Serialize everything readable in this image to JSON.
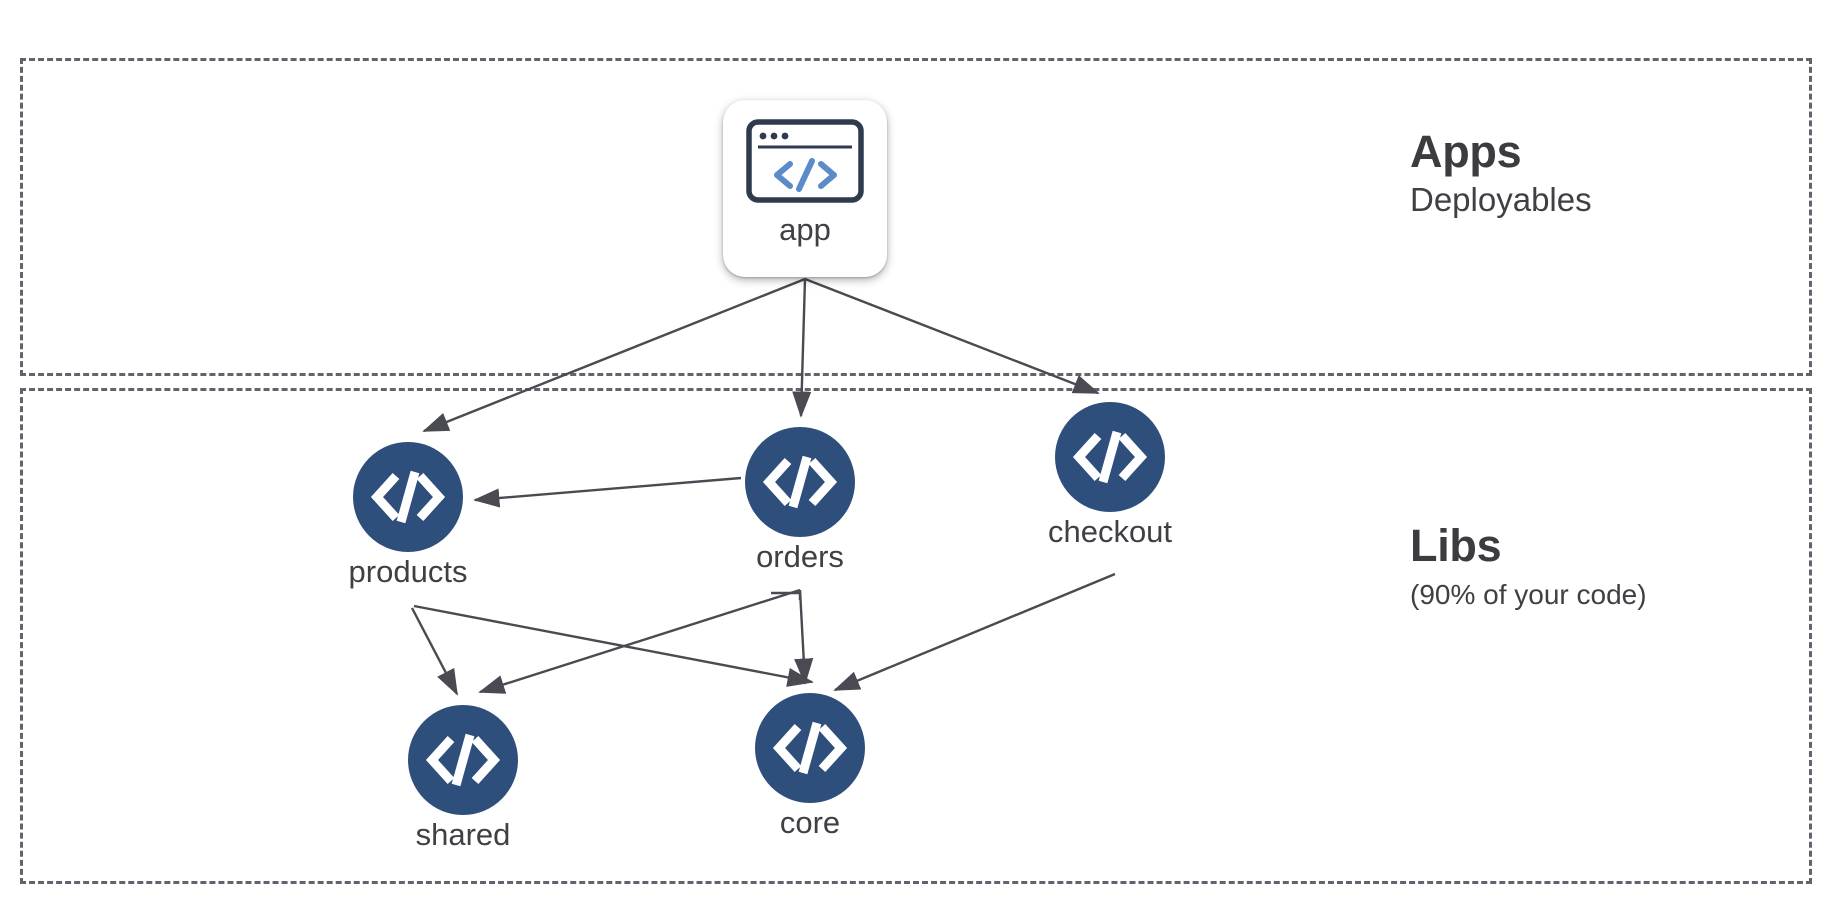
{
  "diagram": {
    "title": "Apps and Libs dependency graph",
    "type": "dependency-graph",
    "background": "#ffffff",
    "node_color": "#2e4f7c",
    "node_glyph_color": "#ffffff",
    "edge_color": "#4a4a52",
    "zone_border_color": "#63636d",
    "label_color": "#3f3f44",
    "app_icon_outline_color": "#2f3a4f",
    "app_icon_code_color": "#5b8bc9"
  },
  "zones": [
    {
      "id": "apps",
      "title": "Apps",
      "subtitle": "Deployables"
    },
    {
      "id": "libs",
      "title": "Libs",
      "subtitle": "(90% of your code)"
    }
  ],
  "nodes": {
    "app": {
      "label": "app",
      "icon": "browser-code-icon",
      "zone": "apps"
    },
    "products": {
      "label": "products",
      "icon": "code-brackets-icon",
      "zone": "libs"
    },
    "orders": {
      "label": "orders",
      "icon": "code-brackets-icon",
      "zone": "libs"
    },
    "checkout": {
      "label": "checkout",
      "icon": "code-brackets-icon",
      "zone": "libs"
    },
    "shared": {
      "label": "shared",
      "icon": "code-brackets-icon",
      "zone": "libs"
    },
    "core": {
      "label": "core",
      "icon": "code-brackets-icon",
      "zone": "libs"
    }
  },
  "edges": [
    {
      "from": "app",
      "to": "products"
    },
    {
      "from": "app",
      "to": "orders"
    },
    {
      "from": "app",
      "to": "checkout"
    },
    {
      "from": "orders",
      "to": "products"
    },
    {
      "from": "products",
      "to": "shared"
    },
    {
      "from": "products",
      "to": "core"
    },
    {
      "from": "orders",
      "to": "shared"
    },
    {
      "from": "orders",
      "to": "core"
    },
    {
      "from": "checkout",
      "to": "core"
    }
  ]
}
